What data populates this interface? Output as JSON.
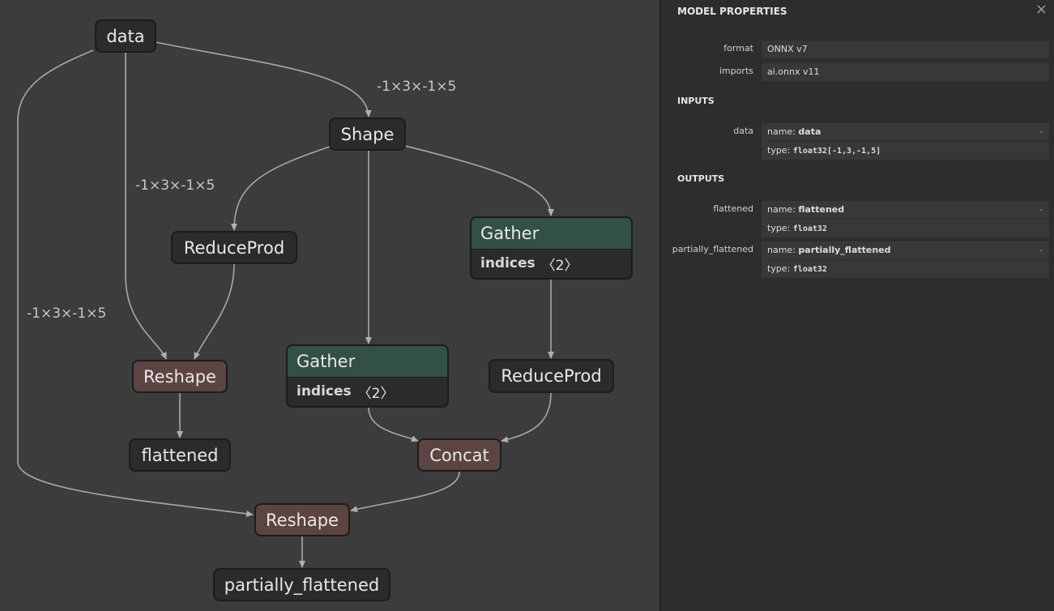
{
  "graph": {
    "nodes": {
      "data": "data",
      "shape": "Shape",
      "reduceprod_left": "ReduceProd",
      "gather_right": "Gather",
      "gather_right_attr_name": "indices",
      "gather_right_attr_value": "〈2〉",
      "reshape_top": "Reshape",
      "gather_middle": "Gather",
      "gather_middle_attr_name": "indices",
      "gather_middle_attr_value": "〈2〉",
      "reduceprod_right": "ReduceProd",
      "flattened": "flattened",
      "concat": "Concat",
      "reshape_bottom": "Reshape",
      "partially_flattened": "partially_flattened"
    },
    "edge_labels": {
      "data_to_shape": "-1×3×-1×5",
      "data_to_reshape_top": "-1×3×-1×5",
      "data_to_reshape_bottom": "-1×3×-1×5"
    }
  },
  "sidebar": {
    "title": "MODEL PROPERTIES",
    "close_icon": "×",
    "properties": [
      {
        "label": "format",
        "value": "ONNX v7"
      },
      {
        "label": "imports",
        "value": "ai.onnx v11"
      }
    ],
    "inputs_title": "INPUTS",
    "inputs": [
      {
        "label": "data",
        "name_prefix": "name: ",
        "name": "data",
        "type_prefix": "type: ",
        "type": "float32[-1,3,-1,5]",
        "dash": "-"
      }
    ],
    "outputs_title": "OUTPUTS",
    "outputs": [
      {
        "label": "flattened",
        "name_prefix": "name: ",
        "name": "flattened",
        "type_prefix": "type: ",
        "type": "float32",
        "dash": "-"
      },
      {
        "label": "partially_flattened",
        "name_prefix": "name: ",
        "name": "partially_flattened",
        "type_prefix": "type: ",
        "type": "float32",
        "dash": "-"
      }
    ]
  }
}
